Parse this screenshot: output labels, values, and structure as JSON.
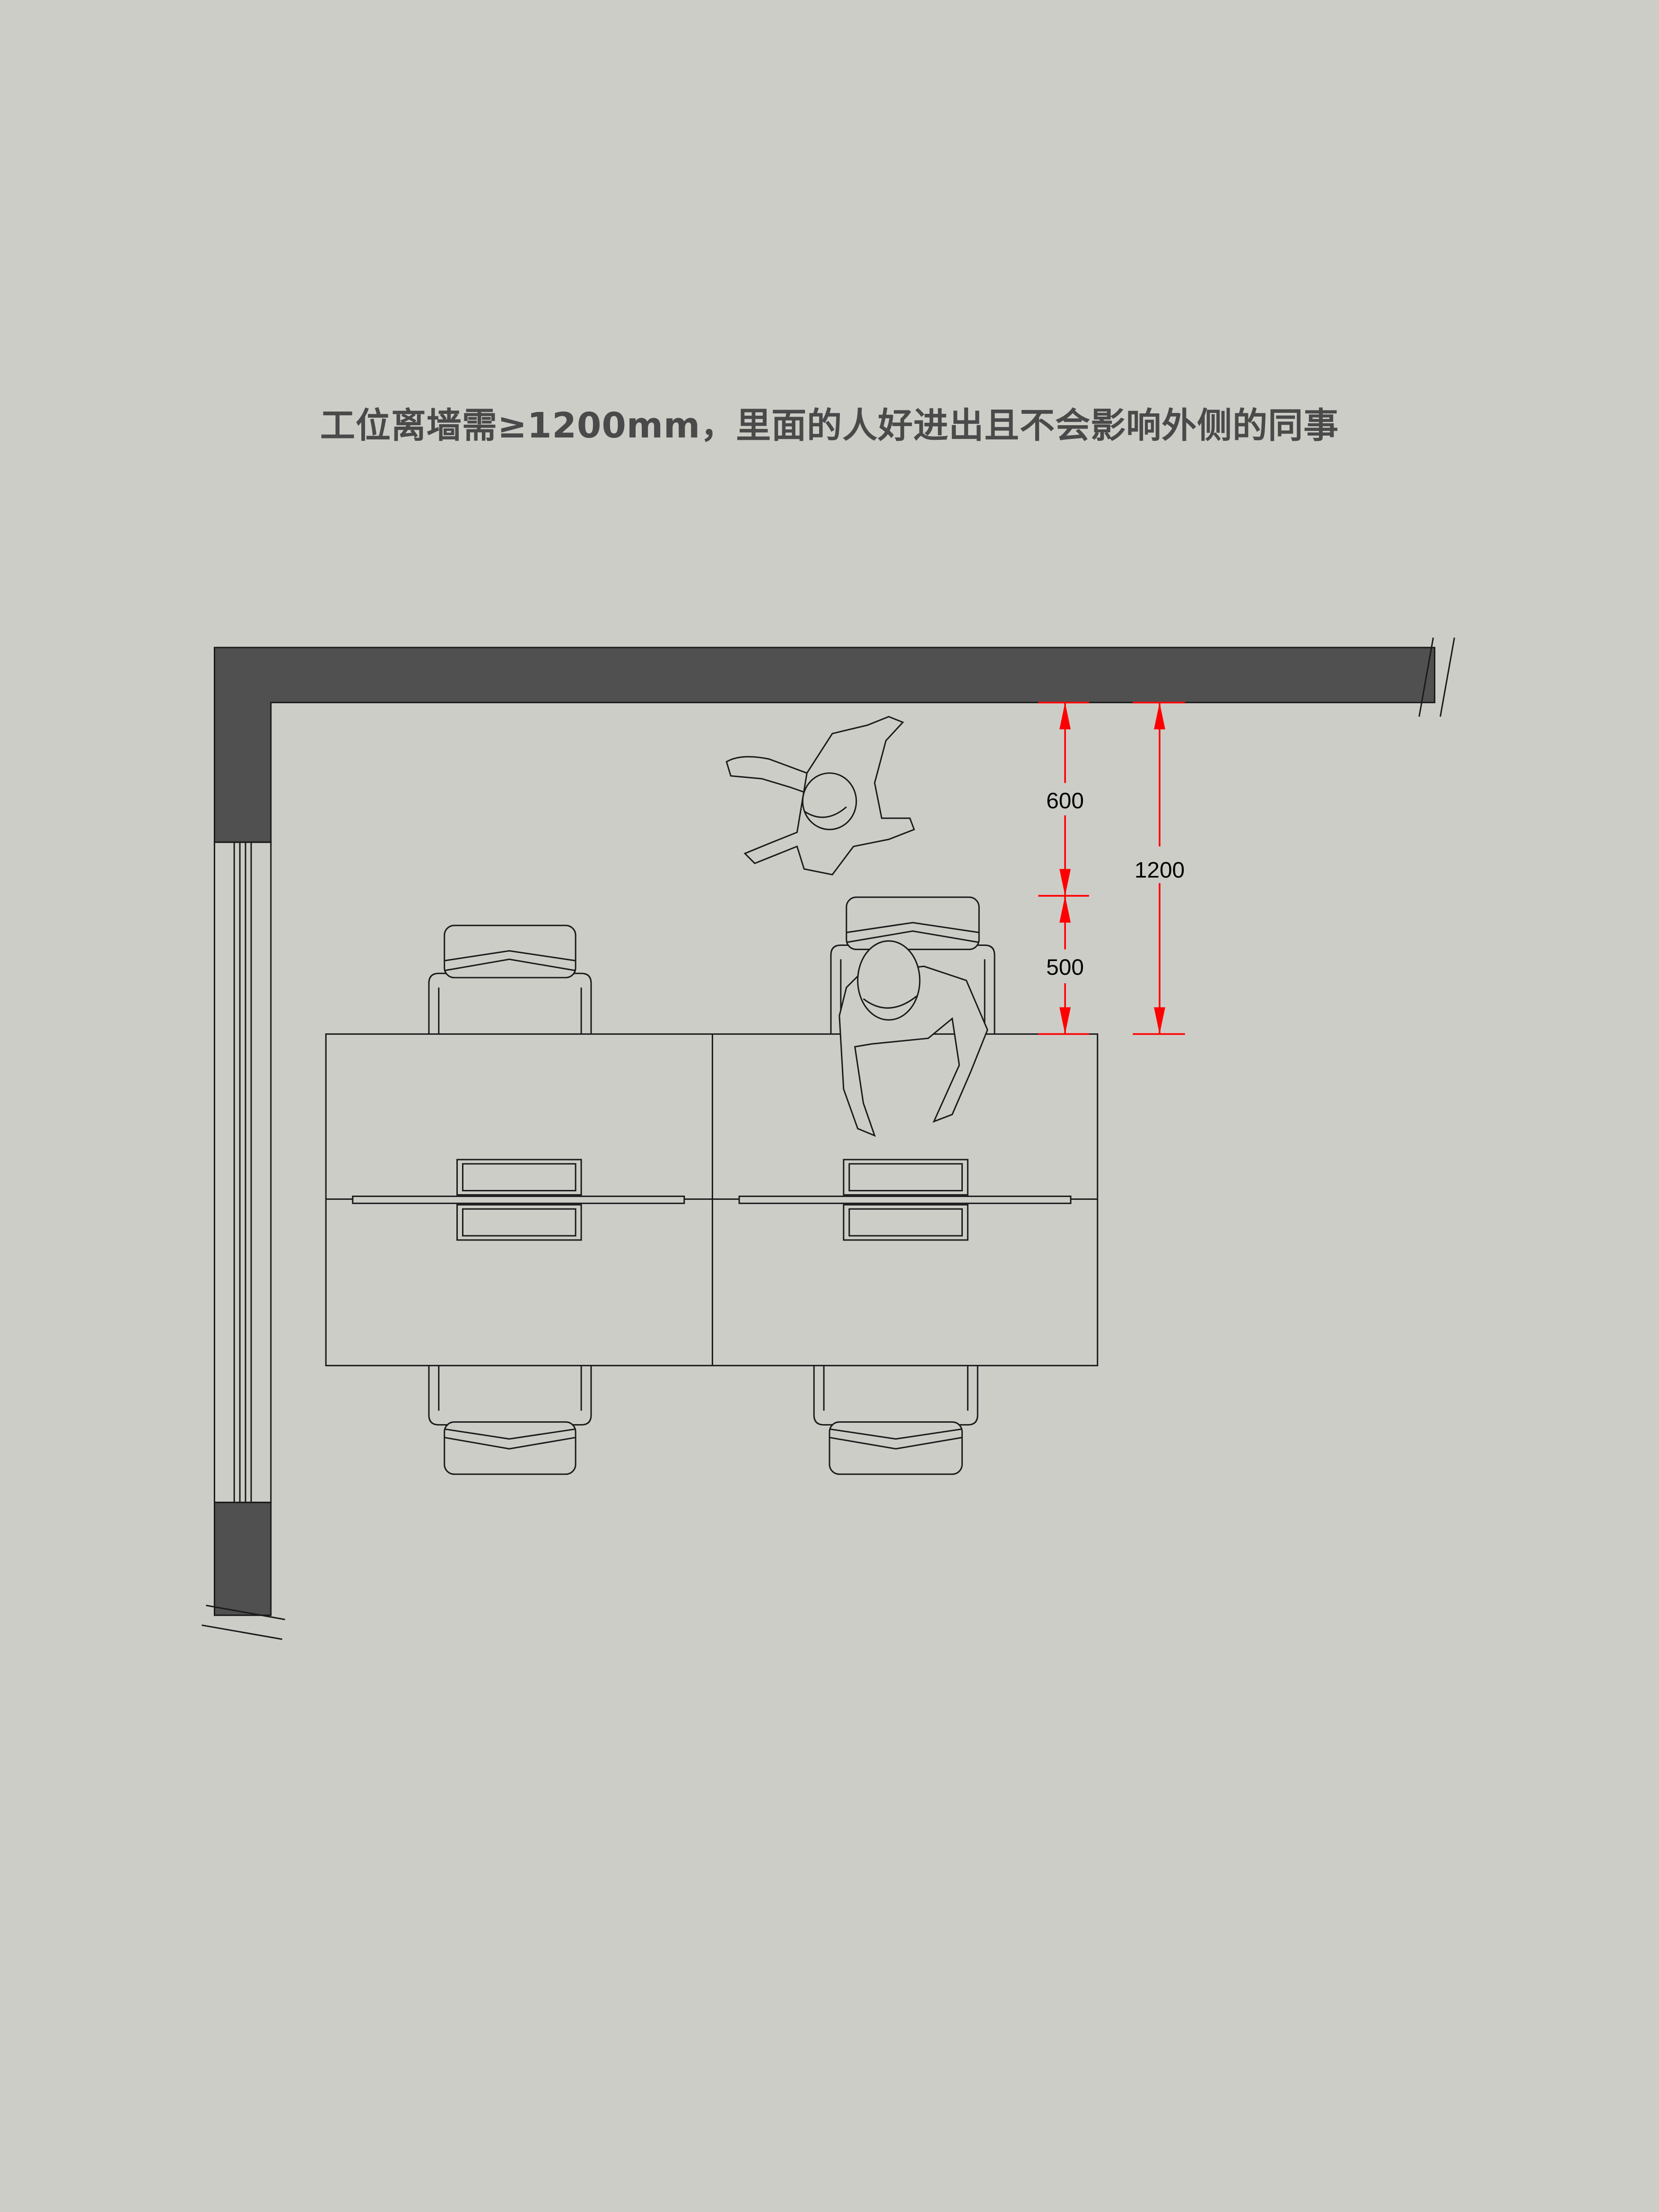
{
  "title": "工位离墙需≥1200mm，里面的人好进出且不会影响外侧的同事",
  "dimensions": {
    "walkway": "600",
    "chair_space": "500",
    "total": "1200"
  },
  "colors": {
    "wall": "#505050",
    "background": "#cdcdc8",
    "dimension": "#ff0000"
  }
}
